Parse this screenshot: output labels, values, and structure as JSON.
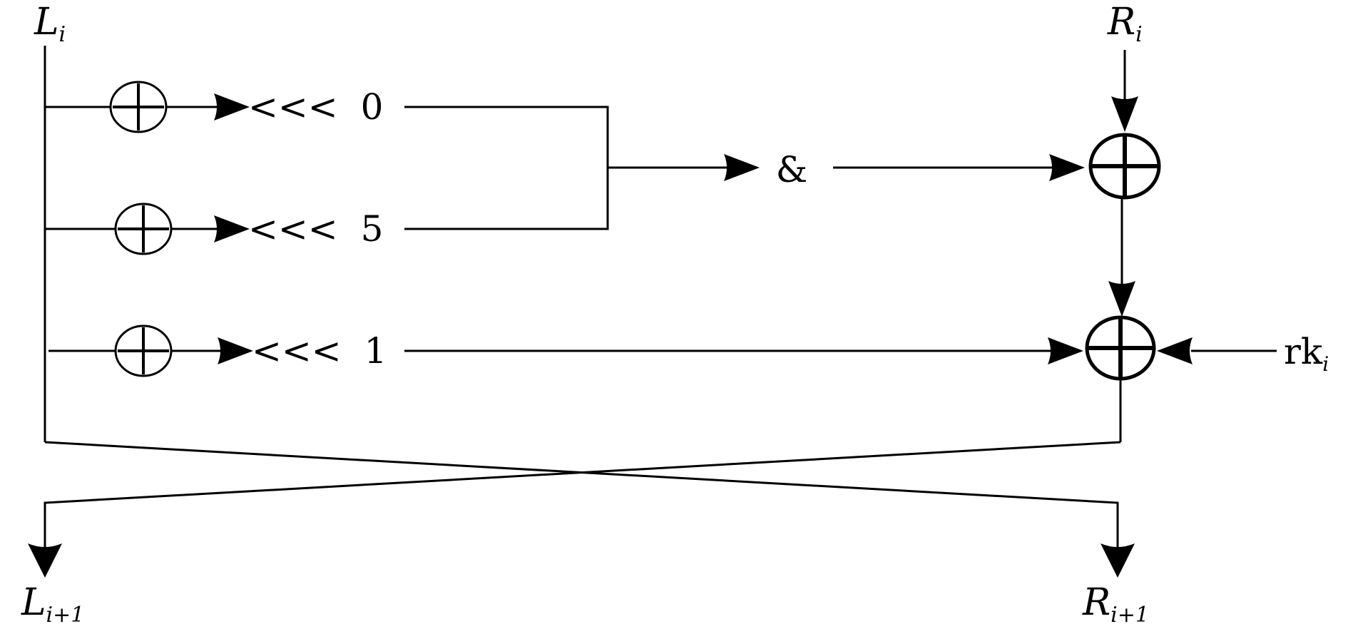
{
  "diagram": {
    "inputs": {
      "left": {
        "main": "L",
        "sub": "i"
      },
      "right": {
        "main": "R",
        "sub": "i"
      },
      "round_key": {
        "main": "rk",
        "sub": "i"
      }
    },
    "outputs": {
      "left": {
        "main": "L",
        "sub": "i+1"
      },
      "right": {
        "main": "R",
        "sub": "i+1"
      }
    },
    "rotations": [
      {
        "op": "<<<",
        "amount": "0"
      },
      {
        "op": "<<<",
        "amount": "5"
      },
      {
        "op": "<<<",
        "amount": "1"
      }
    ],
    "and_op": "&"
  }
}
